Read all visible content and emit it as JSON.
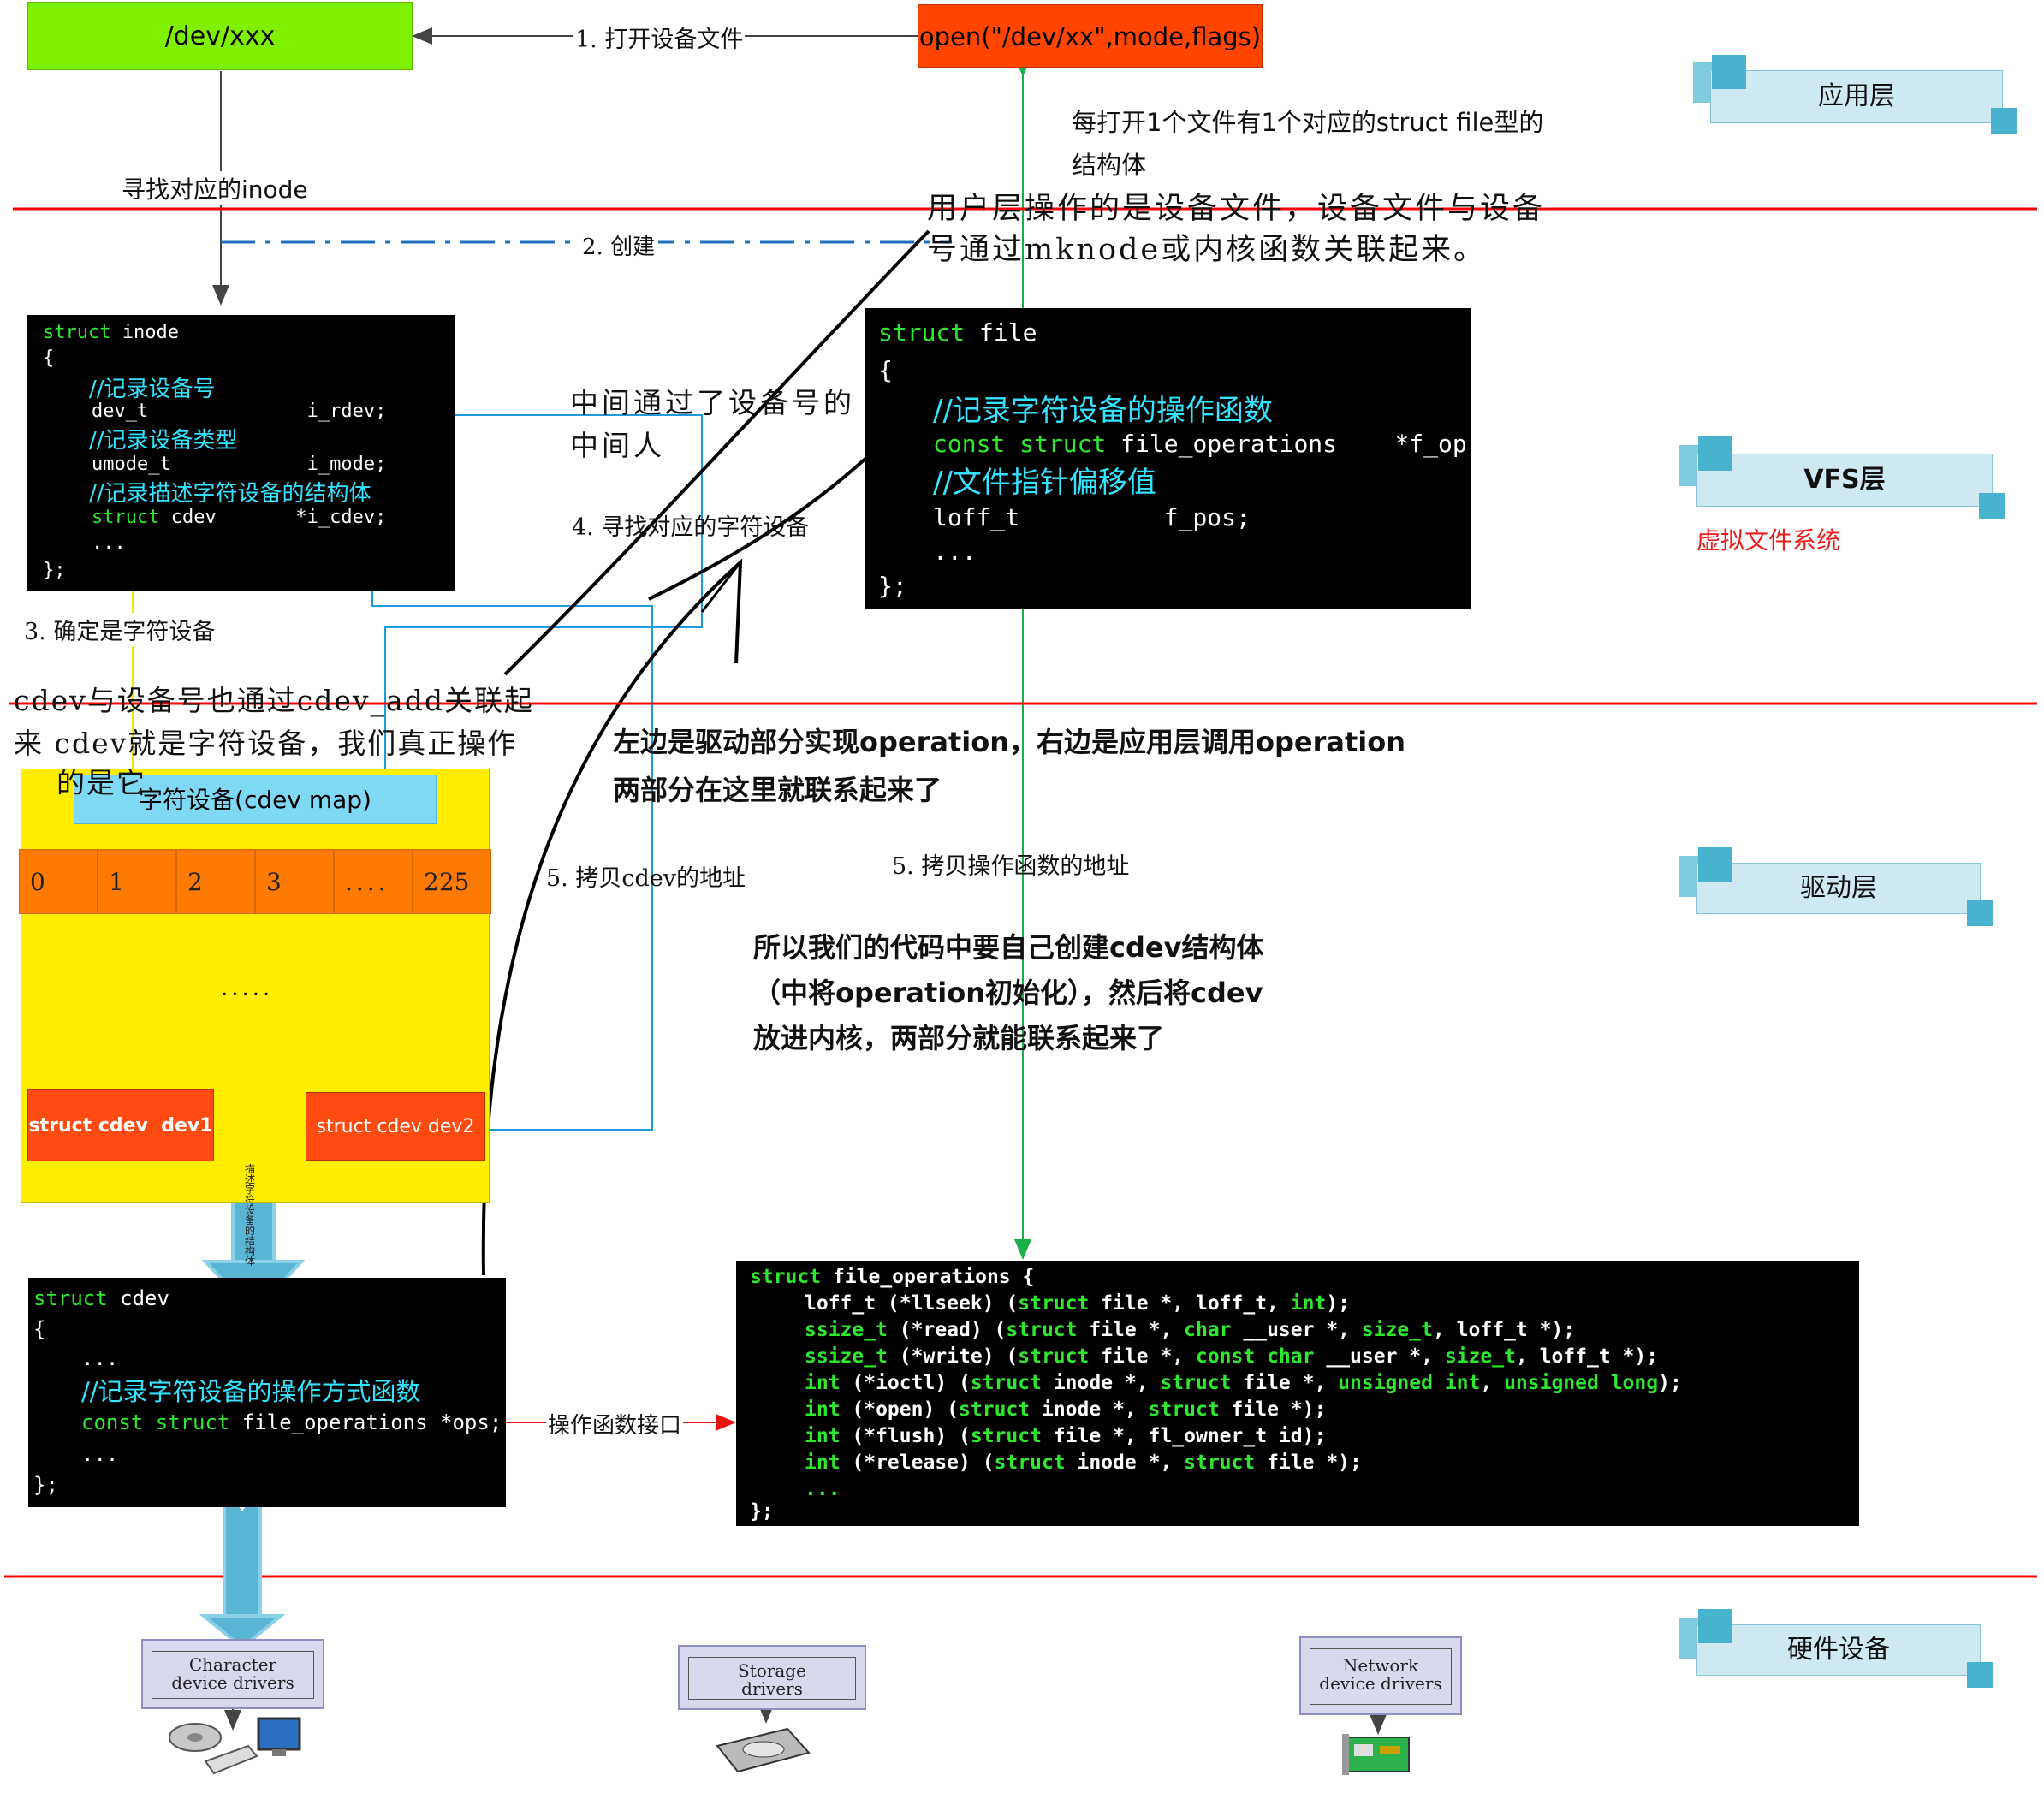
{
  "top": {
    "dev_file": "/dev/xxx",
    "open_call": "open(\"/dev/xx\",mode,flags)",
    "step1": "1. 打开设备文件",
    "find_inode": "寻找对应的inode",
    "step2": "2. 创建",
    "file_note_1": "每打开1个文件有1个对应的struct file型的",
    "file_note_2": "结构体",
    "user_note_1": "用户层操作的是设备文件，设备文件与设备",
    "user_note_2": "号通过mknode或内核函数关联起来。"
  },
  "layers": {
    "app": "应用层",
    "vfs": "VFS层",
    "vfs_sub": "虚拟文件系统",
    "driver": "驱动层",
    "hw": "硬件设备"
  },
  "inode": {
    "l1a": "struct",
    "l1b": " inode",
    "l2": "{",
    "l3": "//记录设备号",
    "l4": "dev_t              i_rdev;",
    "l5": "//记录设备类型",
    "l6": "umode_t            i_mode;",
    "l7": "//记录描述字符设备的结构体",
    "l8a": "struct",
    "l8b": " cdev       *i_cdev;",
    "l9": "...",
    "l10": "};"
  },
  "file": {
    "l1a": "struct",
    "l1b": " file",
    "l2": "{",
    "l3": "//记录字符设备的操作函数",
    "l4a": "const struct",
    "l4b": " file_operations    *f_op;",
    "l5": "//文件指针偏移值",
    "l6": "loff_t          f_pos;",
    "l7": "...",
    "l8": "};"
  },
  "mid": {
    "middleman_1": "中间通过了设备号的",
    "middleman_2": "中间人",
    "step4": "4. 寻找对应的字符设备",
    "step3": "3. 确定是字符设备",
    "cdev_note_1": "cdev与设备号也通过cdev_add关联起",
    "cdev_note_2": "来 cdev就是字符设备，我们真正操作",
    "cdev_note_3": "的是它",
    "bold_1": "左边是驱动部分实现operation，右边是应用层调用operation",
    "bold_2": "两部分在这里就联系起来了",
    "step5a": "5. 拷贝cdev的地址",
    "step5b": "5. 拷贝操作函数的地址",
    "bold_3": "所以我们的代码中要自己创建cdev结构体",
    "bold_4": "（中将operation初始化），然后将cdev",
    "bold_5": "放进内核，两部分就能联系起来了"
  },
  "cdev_map": {
    "title": "字符设备(cdev map)",
    "cells": [
      "0",
      "1",
      "2",
      "3",
      "....",
      "225"
    ],
    "dots": ".....",
    "dev1": "struct cdev  dev1",
    "dev2": "struct cdev dev2",
    "arrow_text": "描述字符设备的结构体"
  },
  "cdev_struct": {
    "l1a": "struct",
    "l1b": " cdev",
    "l2": "{",
    "l3": "...",
    "l4": "//记录字符设备的操作方式函数",
    "l5a": "const struct",
    "l5b": " file_operations *ops;",
    "l6": "...",
    "l7": "};"
  },
  "ops_label": "操作函数接口",
  "fops": {
    "l1": "struct file_operations {",
    "l2": "loff_t (*llseek) (struct file *, loff_t, int);",
    "l3": "ssize_t (*read) (struct file *, char __user *, size_t, loff_t *);",
    "l4": "ssize_t (*write) (struct file *, const char __user *, size_t, loff_t *);",
    "l5": "int (*ioctl) (struct inode *, struct file *, unsigned int, unsigned long);",
    "l6": "int (*open) (struct inode *, struct file *);",
    "l7": "int (*flush) (struct file *, fl_owner_t id);",
    "l8": "int (*release) (struct inode *, struct file *);",
    "l9": "...",
    "l10": "};"
  },
  "hw": {
    "char_1": "Character",
    "char_2": "device drivers",
    "storage_1": "Storage",
    "storage_2": "drivers",
    "net_1": "Network",
    "net_2": "device drivers"
  },
  "colors": {
    "dev_file_bg": "#7ff000",
    "open_bg": "#ff4500",
    "cdev_map_bg": "#ffee00",
    "cell_bg": "#ff7a00",
    "dev_bg": "#ff4a10",
    "layer_tag": "#cfe9f2",
    "red_line": "#ff0000"
  }
}
